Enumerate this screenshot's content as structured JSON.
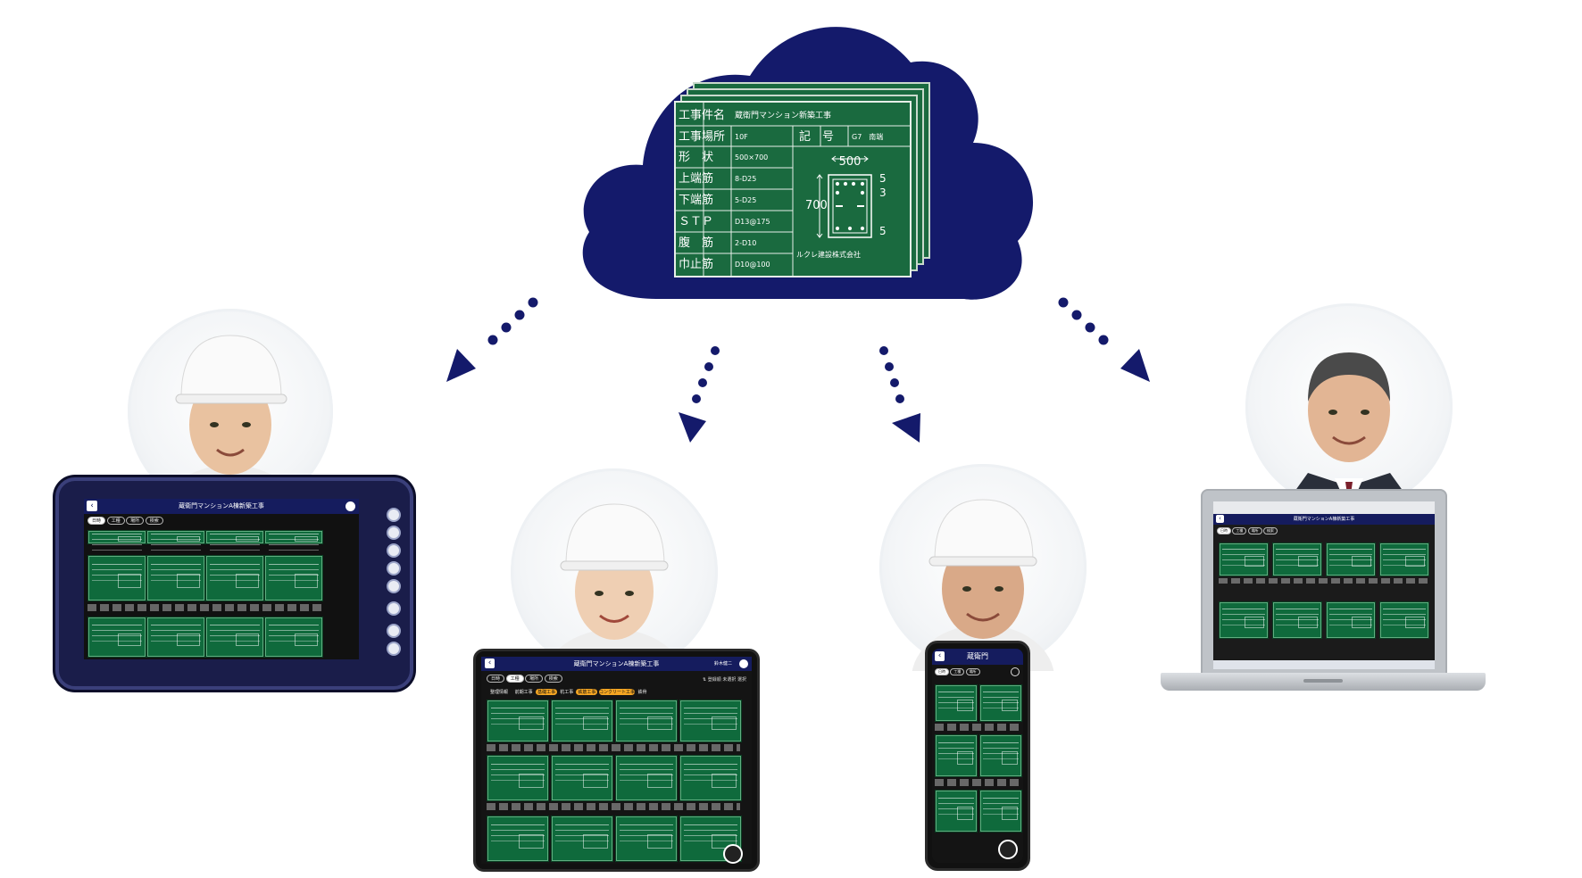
{
  "board": {
    "rows": [
      {
        "label": "工事件名",
        "value": "蔵衛門マンション新築工事"
      },
      {
        "label": "工事場所",
        "value": "10F"
      },
      {
        "label": "形　状",
        "value": "500×700"
      },
      {
        "label": "上端筋",
        "value": "8-D25"
      },
      {
        "label": "下端筋",
        "value": "5-D25"
      },
      {
        "label": "ＳＴＰ",
        "value": "D13@175"
      },
      {
        "label": "腹　筋",
        "value": "2-D10"
      },
      {
        "label": "巾止筋",
        "value": "D10@100"
      }
    ],
    "symbol_label": "記　号",
    "symbol_value": "G7　南端",
    "dim_width": "500",
    "dim_height": "700",
    "dim_top": "5",
    "dim_mid": "3",
    "dim_bottom": "5",
    "company": "ルクレ建設株式会社"
  },
  "colors": {
    "cloud": "#141a6b",
    "board": "#1a6a3f",
    "arrow": "#141a6b",
    "card": "#0f6a3c",
    "header": "#151c5e",
    "tag_orange": "#f5a623"
  },
  "app": {
    "title": "蔵衛門マンションA棟新築工事",
    "user": "鈴木健二",
    "chips": [
      "日時",
      "工種",
      "場所",
      "検索"
    ],
    "toolbar": [
      "登録順",
      "未選択",
      "選択"
    ],
    "category_tabs": [
      "整理情報",
      "前期工事",
      "基礎工事",
      "杭工事",
      "鉄筋工事",
      "コンクリート工事",
      "鉄骨"
    ],
    "phone_title": "蔵衛門"
  },
  "icons": {
    "back": "chevron-left-icon",
    "home": "home-icon",
    "chat": "chat-icon",
    "sort": "sort-icon",
    "camera": "camera-icon",
    "search": "search-icon",
    "power": "power-icon"
  }
}
